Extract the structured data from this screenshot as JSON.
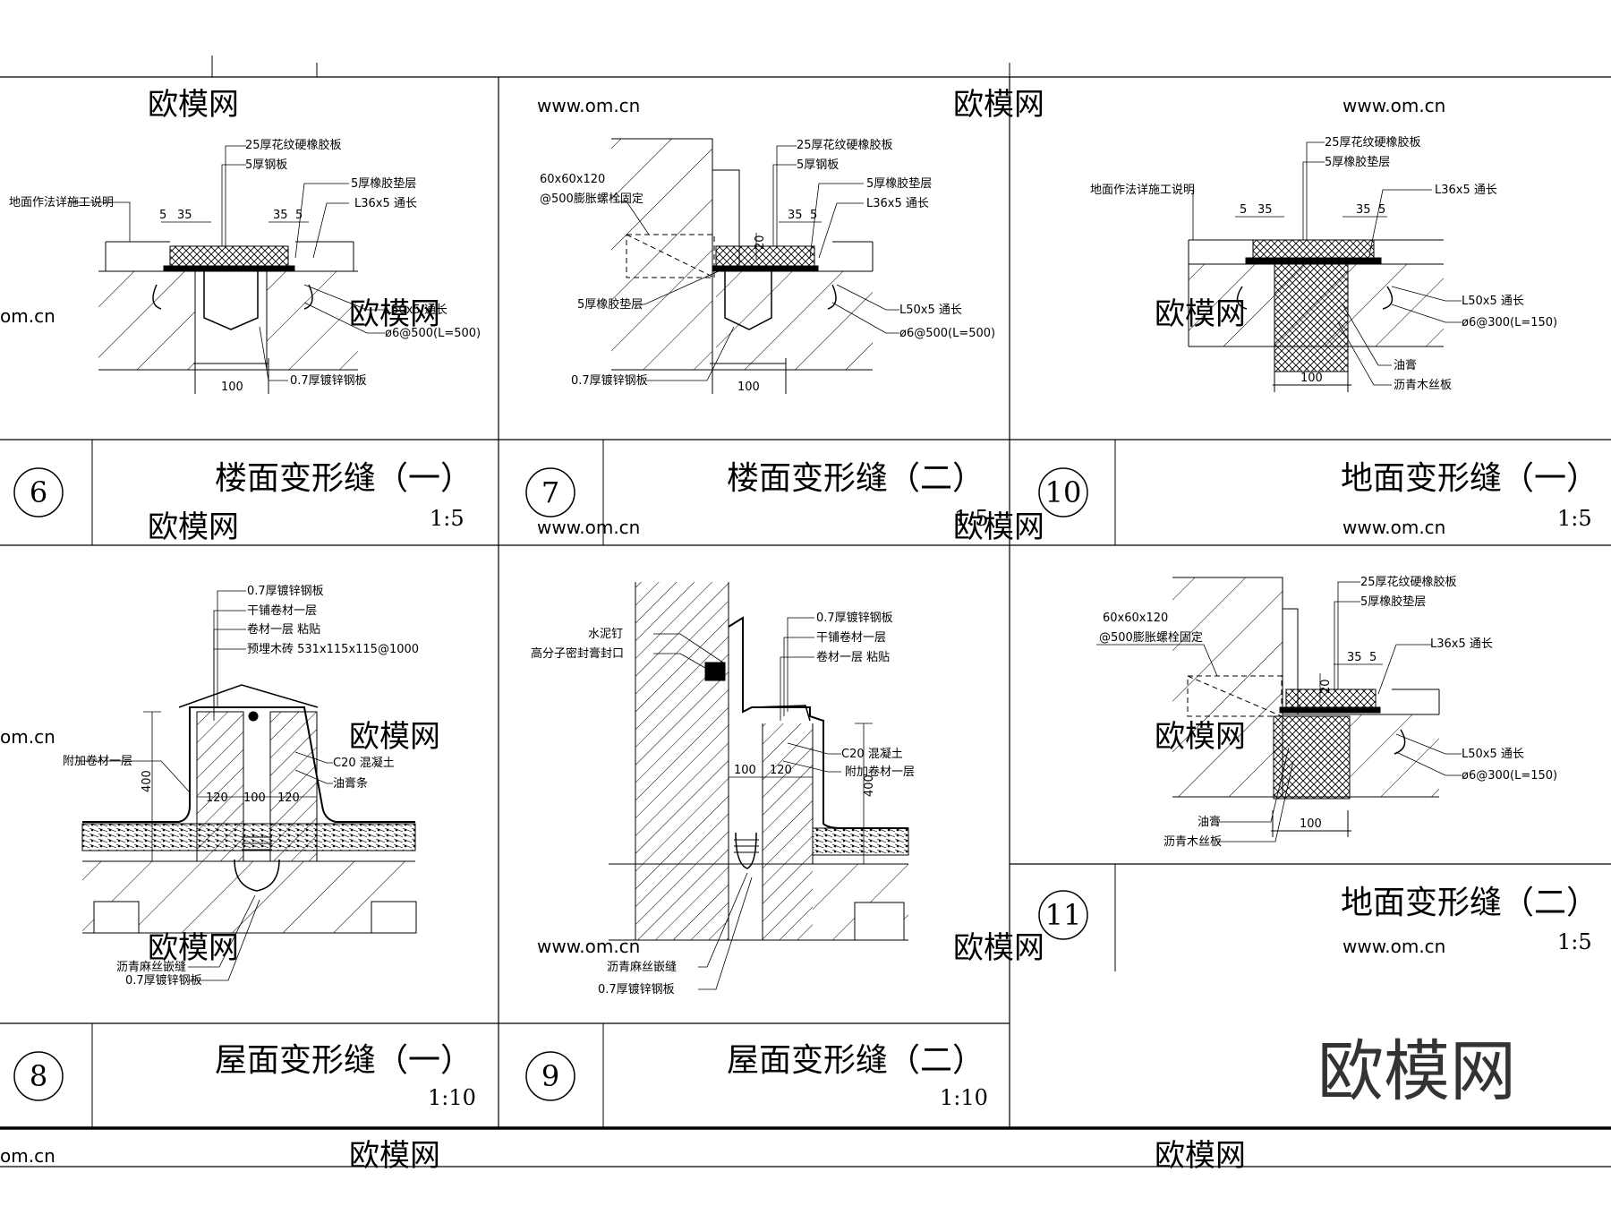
{
  "panels": [
    {
      "id": "6",
      "title": "楼面变形缝（一）",
      "scale": "1:5",
      "notes": [
        "25厚花纹硬橡胶板",
        "5厚钢板",
        "5厚橡胶垫层",
        "L36x5 通长",
        "地面作法详施工说明",
        "L50x5 通长",
        "ø6@500(L=500)",
        "0.7厚镀锌钢板"
      ],
      "dims": [
        "5",
        "35",
        "35",
        "5",
        "100"
      ]
    },
    {
      "id": "7",
      "title": "楼面变形缝（二）",
      "scale": "1:5",
      "notes": [
        "25厚花纹硬橡胶板",
        "5厚钢板",
        "5厚橡胶垫层",
        "L36x5 通长",
        "60x60x120",
        "@500膨胀螺栓固定",
        "5厚橡胶垫层",
        "L50x5 通长",
        "ø6@500(L=500)",
        "0.7厚镀锌钢板"
      ],
      "dims": [
        "35",
        "5",
        "20",
        "100"
      ]
    },
    {
      "id": "10",
      "title": "地面变形缝（一）",
      "scale": "1:5",
      "notes": [
        "25厚花纹硬橡胶板",
        "5厚橡胶垫层",
        "地面作法详施工说明",
        "L36x5 通长",
        "L50x5 通长",
        "ø6@300(L=150)",
        "油膏",
        "沥青木丝板"
      ],
      "dims": [
        "5",
        "35",
        "35",
        "5",
        "100"
      ]
    },
    {
      "id": "8",
      "title": "屋面变形缝（一）",
      "scale": "1:10",
      "notes": [
        "0.7厚镀锌钢板",
        "干铺卷材一层",
        "卷材一层 粘贴",
        "预埋木砖 531x115x115@1000",
        "附加卷材一层",
        "C20 混凝土",
        "油膏条",
        "沥青麻丝嵌缝",
        "0.7厚镀锌钢板"
      ],
      "dims": [
        "400",
        "120",
        "100",
        "120"
      ]
    },
    {
      "id": "9",
      "title": "屋面变形缝（二）",
      "scale": "1:10",
      "notes": [
        "水泥钉",
        "高分子密封膏封口",
        "0.7厚镀锌钢板",
        "干铺卷材一层",
        "卷材一层 粘贴",
        "C20 混凝土",
        "附加卷材一层",
        "沥青麻丝嵌缝",
        "0.7厚镀锌钢板"
      ],
      "dims": [
        "100",
        "120",
        "400"
      ]
    },
    {
      "id": "11",
      "title": "地面变形缝（二）",
      "scale": "1:5",
      "notes": [
        "25厚花纹硬橡胶板",
        "5厚橡胶垫层",
        "60x60x120",
        "@500膨胀螺栓固定",
        "L36x5 通长",
        "L50x5 通长",
        "ø6@300(L=150)",
        "油膏",
        "沥青木丝板"
      ],
      "dims": [
        "35",
        "5",
        "20",
        "100"
      ]
    }
  ],
  "brand": "欧模网",
  "watermarks": [
    "欧模网",
    "www.om.cn",
    "om.cn"
  ],
  "colors": {
    "ink": "#000000",
    "paper": "#ffffff",
    "watermark": "#e6e6e6"
  }
}
